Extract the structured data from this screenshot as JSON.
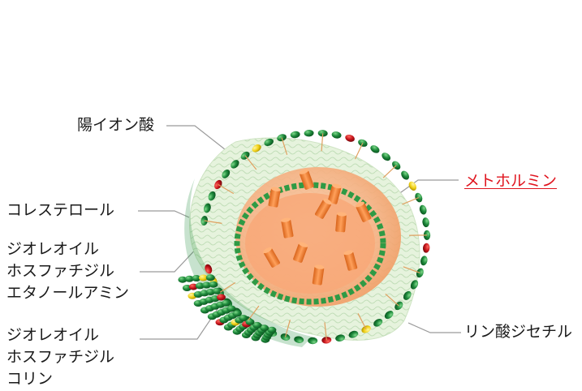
{
  "labels": {
    "cationic_acid": "陽イオン酸",
    "cholesterol": "コレステロール",
    "dope": "ジオレオイル\nホスファチジル\nエタノールアミン",
    "dopc": "ジオレオイル\nホスファチジル\nコリン",
    "metformin": "メトホルミン",
    "phosphate": "リン酸ジセチル"
  },
  "colors": {
    "metformin_label": "#e0141e",
    "lipid_head_green": "#1f8a3c",
    "cholesterol_red": "#c4121a",
    "yellow_head": "#f2d21a",
    "core_orange": "#f5a06a",
    "drug_orange": "#f07d2e",
    "leader_line": "#9a9a9a"
  }
}
